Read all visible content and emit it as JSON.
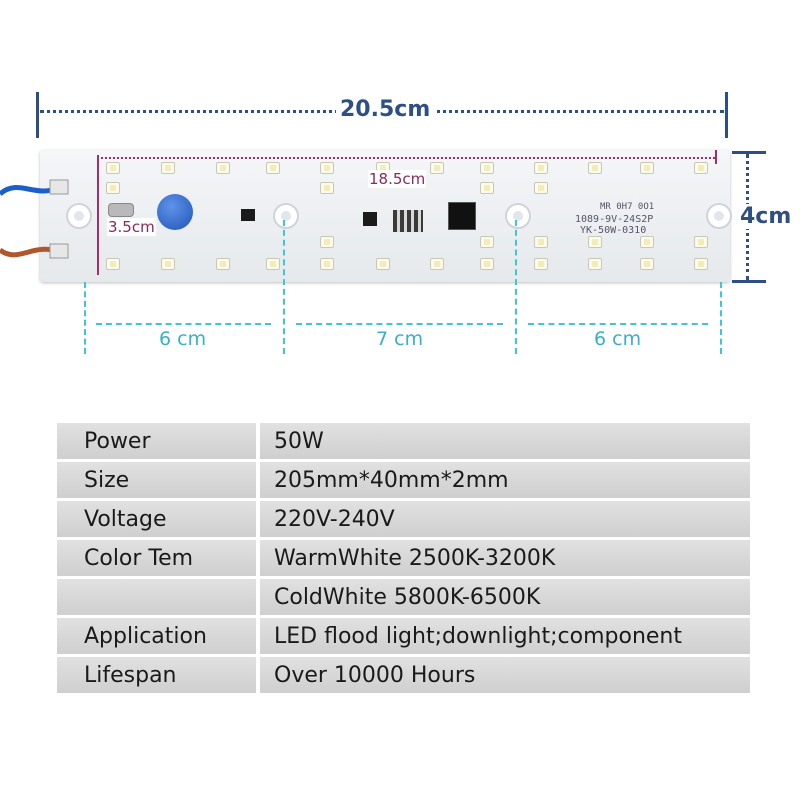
{
  "dimensions": {
    "total_length": "20.5cm",
    "height": "4cm",
    "led_area_length": "18.5cm",
    "led_area_height": "3.5cm",
    "segments": [
      "6 cm",
      "7 cm",
      "6 cm"
    ]
  },
  "board_markings": {
    "model_line1": "1089-9V-24S2P",
    "model_line2": "YK-50W-0310",
    "small_line": "MR  0H7  0O1"
  },
  "specs": [
    {
      "label": "Power",
      "value": "50W"
    },
    {
      "label": "Size",
      "value": "205mm*40mm*2mm"
    },
    {
      "label": "Voltage",
      "value": "220V-240V"
    },
    {
      "label": "Color Tem",
      "value": "WarmWhite 2500K-3200K"
    },
    {
      "label": "",
      "value": "ColdWhite 5800K-6500K"
    },
    {
      "label": "Application",
      "value": "LED flood light;downlight;component"
    },
    {
      "label": "Lifespan",
      "value": "Over 10000 Hours"
    }
  ],
  "colors": {
    "dimension": "#2d4f86",
    "segment": "#3ec6d8",
    "inner": "#a0306a"
  }
}
